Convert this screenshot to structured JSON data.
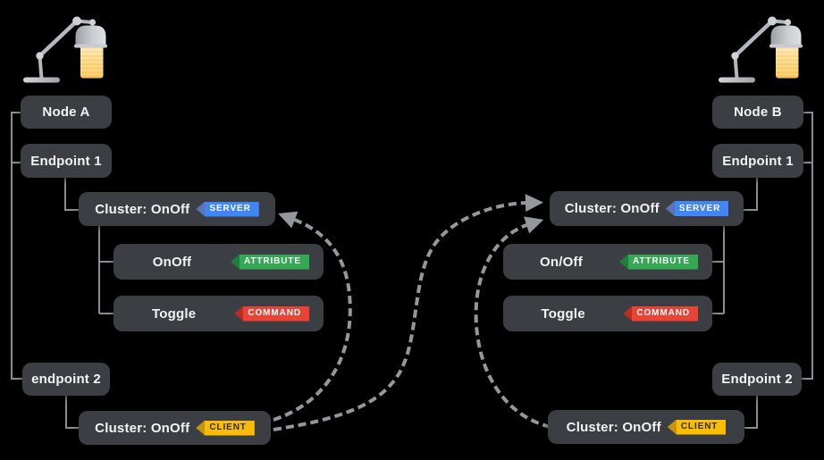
{
  "left_node": {
    "node": "Node A",
    "endpoint1": "Endpoint 1",
    "server_cluster": "Cluster: OnOff",
    "server_badge": "SERVER",
    "attribute": "OnOff",
    "attribute_badge": "ATTRIBUTE",
    "command": "Toggle",
    "command_badge": "COMMAND",
    "endpoint2": "endpoint 2",
    "client_cluster": "Cluster: OnOff",
    "client_badge": "CLIENT"
  },
  "right_node": {
    "node": "Node B",
    "endpoint1": "Endpoint 1",
    "server_cluster": "Cluster: OnOff",
    "server_badge": "SERVER",
    "attribute": "On/Off",
    "attribute_badge": "ATTRIBUTE",
    "command": "Toggle",
    "command_badge": "COMMAND",
    "endpoint2": "Endpoint 2",
    "client_cluster": "Cluster: OnOff",
    "client_badge": "CLIENT"
  },
  "icons": {
    "left": "desk-lamp-icon",
    "right": "desk-lamp-icon"
  },
  "bindings": [
    {
      "from": "Node A / endpoint 2 / Cluster: OnOff (CLIENT)",
      "to": "Node A / Endpoint 1 / Cluster: OnOff (SERVER)"
    },
    {
      "from": "Node A / endpoint 2 / Cluster: OnOff (CLIENT)",
      "to": "Node B / Endpoint 1 / Cluster: OnOff (SERVER)"
    },
    {
      "from": "Node B / Endpoint 2 / Cluster: OnOff (CLIENT)",
      "to": "Node B / Endpoint 1 / Cluster: OnOff (SERVER)"
    }
  ],
  "colors": {
    "background": "#000000",
    "box": "#3b3e42",
    "text": "#f1f3f4",
    "server_badge": "#4285f4",
    "attribute_badge": "#34a853",
    "command_badge": "#ea4335",
    "client_badge": "#fbbc04",
    "client_badge_text": "#2b2e31",
    "connector": "#8a8e92",
    "arrow": "#94979b",
    "lamp_gray": "#b3b8be",
    "lamp_yellow": "#fcd46c"
  }
}
